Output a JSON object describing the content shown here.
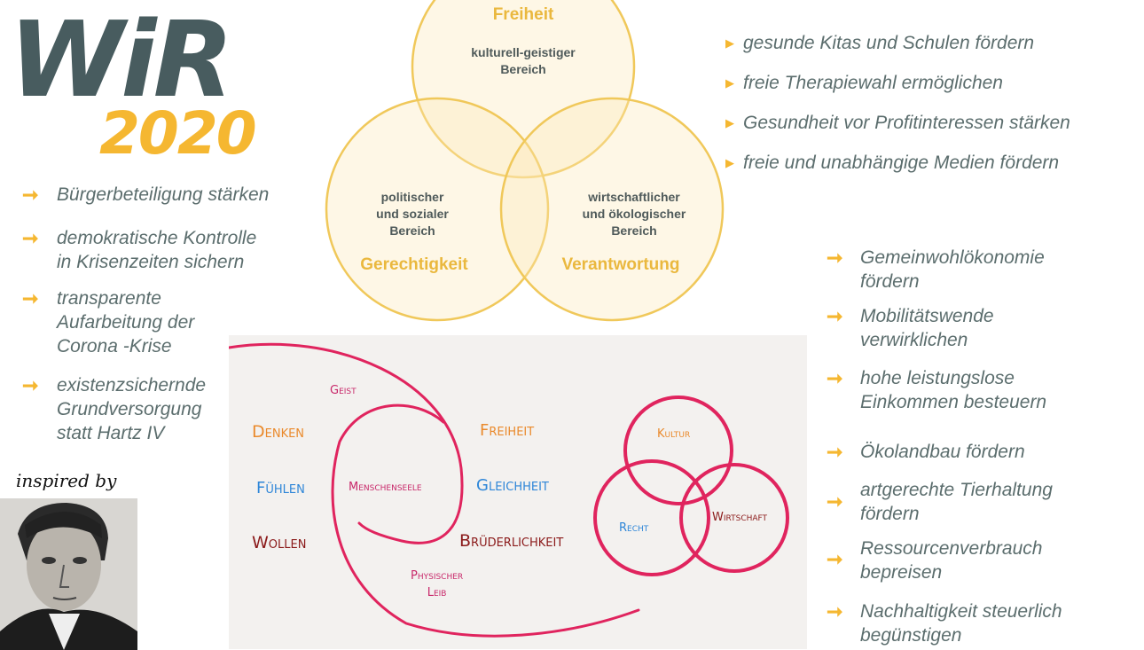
{
  "logo": {
    "word": "WiR",
    "year": "2020"
  },
  "left_list": [
    "Bürgerbeteiligung stärken",
    "demokratische Kontrolle\nin Krisenzeiten sichern",
    "transparente\nAufarbeitung der\nCorona -Krise",
    "existenzsichernde\nGrundversorgung\nstatt Hartz IV"
  ],
  "inspired": "inspired by",
  "venn": {
    "top_title": "Freiheit",
    "top_text": "kulturell-geistiger\nBereich",
    "left_text": "politischer\nund sozialer\nBereich",
    "left_title": "Gerechtigkeit",
    "right_text": "wirtschaftlicher\nund ökologischer\nBereich",
    "right_title": "Verantwortung"
  },
  "top_right_list": [
    "gesunde Kitas und Schulen fördern",
    "freie Therapiewahl ermöglichen",
    "Gesundheit vor Profitinteressen stärken",
    "freie und unabhängige Medien fördern"
  ],
  "right_list": [
    "Gemeinwohlökonomie\nfördern",
    "Mobilitätswende\nverwirklichen",
    "hohe leistungslose\nEinkommen besteuern",
    "Ökolandbau fördern",
    "artgerechte Tierhaltung\nfördern",
    "Ressourcenverbrauch\nbepreisen",
    "Nachhaltigkeit steuerlich\nbegünstigen"
  ],
  "diagram": {
    "geist": "Geist",
    "denken": "Denken",
    "fuehlen": "Fühlen",
    "wollen": "Wollen",
    "menschenseele": "Menschenseele",
    "freiheit": "Freiheit",
    "gleichheit": "Gleichheit",
    "bruederlichkeit": "Brüderlichkeit",
    "physischer_leib": "Physischer\nLeib",
    "kultur": "Kultur",
    "recht": "Recht",
    "wirtschaft": "Wirtschaft"
  },
  "colors": {
    "accent": "#f5b731",
    "text": "#5b6d6d",
    "spiral": "#e0245e",
    "orange": "#ea8a2c",
    "blue": "#2e86d8",
    "darkred": "#8b1a1a"
  }
}
